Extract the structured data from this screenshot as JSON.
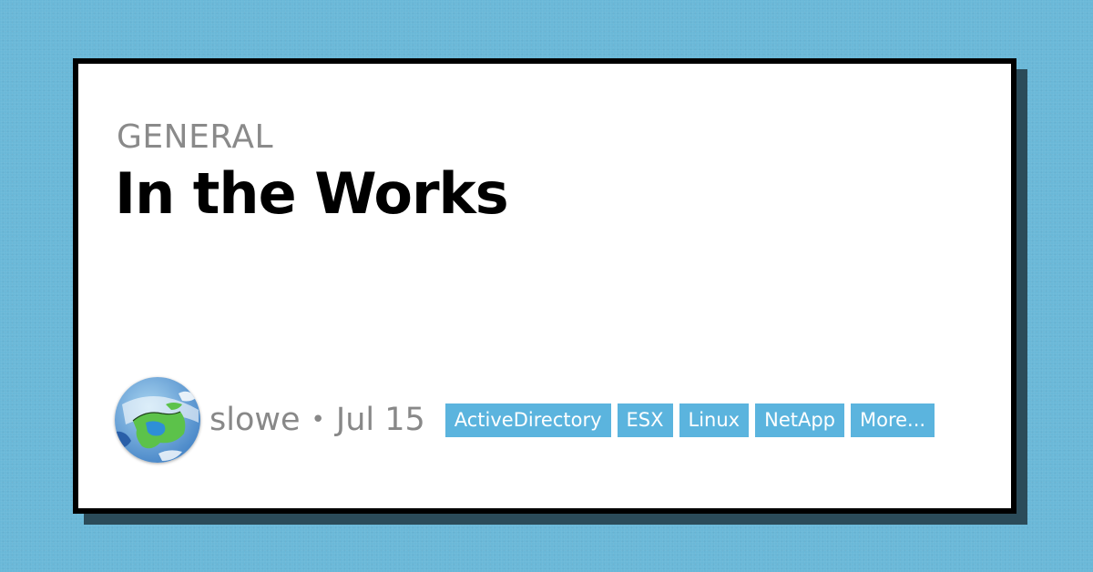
{
  "post": {
    "category": "GENERAL",
    "title": "In the Works"
  },
  "author": {
    "name": "slowe",
    "separator": "•",
    "date": "Jul 15",
    "avatar_icon": "globe-avatar"
  },
  "tags": [
    "ActiveDirectory",
    "ESX",
    "Linux",
    "NetApp",
    "More..."
  ],
  "colors": {
    "background": "#6ab8d8",
    "card_shadow": "#2b4b59",
    "tag_background": "#5bb4de",
    "muted_text": "#888888"
  }
}
